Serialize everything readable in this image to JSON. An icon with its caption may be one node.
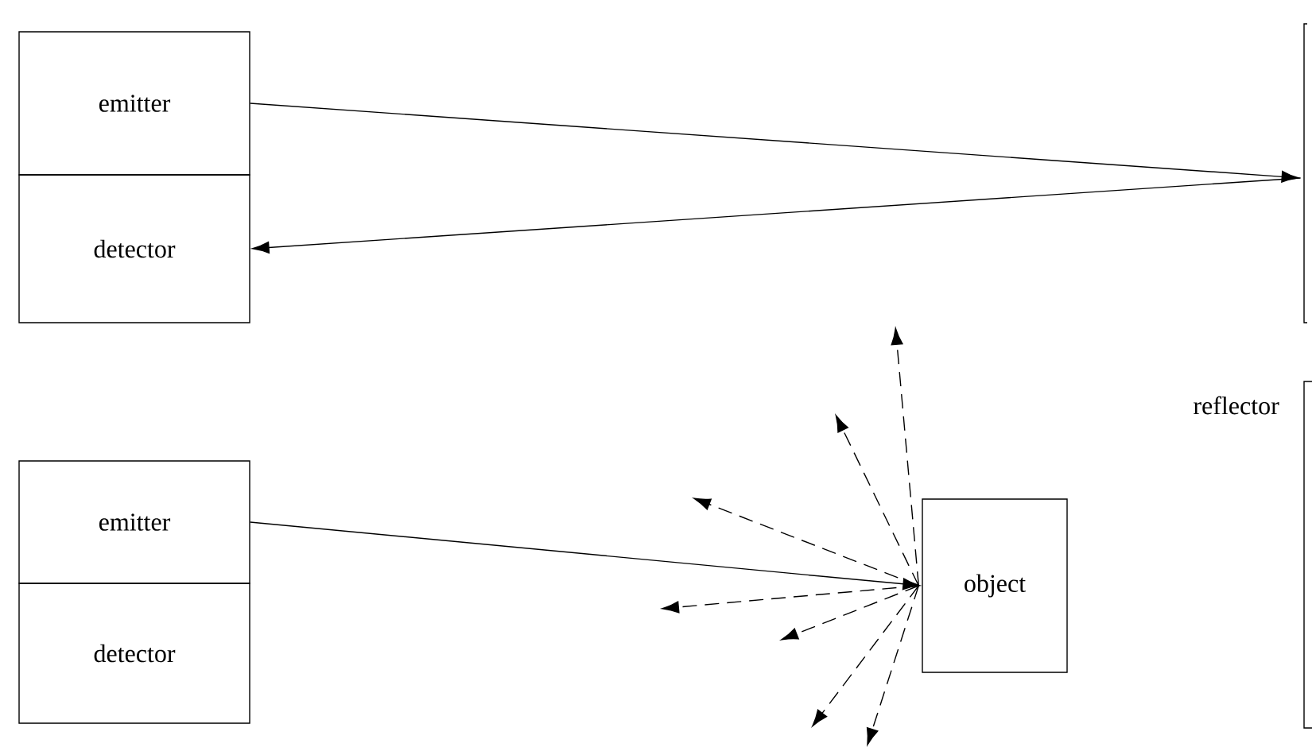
{
  "diagram": {
    "nodes": [
      {
        "text": [
          "emitter"
        ]
      },
      {
        "text": [
          "detector"
        ]
      },
      {
        "text": [],
        "shape": "bar"
      },
      {
        "text": [
          "emitter"
        ]
      },
      {
        "text": [
          "detector"
        ]
      },
      {
        "text": [
          "object"
        ]
      }
    ],
    "edges": [
      {
        "from": 0,
        "to": 2,
        "arrow": "to"
      },
      {
        "from": 2,
        "to": 1,
        "arrow": "to"
      },
      {
        "from": 3,
        "to": 5,
        "arrow": "to"
      },
      {
        "from": 5,
        "to": null,
        "arrow": "to",
        "style": "dashed"
      },
      {
        "from": 5,
        "to": null,
        "arrow": "to",
        "style": "dashed"
      },
      {
        "from": 5,
        "to": null,
        "arrow": "to",
        "style": "dashed"
      },
      {
        "from": 5,
        "to": null,
        "arrow": "to",
        "style": "dashed"
      },
      {
        "from": 5,
        "to": null,
        "arrow": "to",
        "style": "dashed"
      },
      {
        "from": 5,
        "to": null,
        "arrow": "to",
        "style": "dashed"
      },
      {
        "from": 5,
        "to": null,
        "arrow": "to",
        "style": "dashed"
      }
    ],
    "labels": [
      "reflector"
    ]
  }
}
